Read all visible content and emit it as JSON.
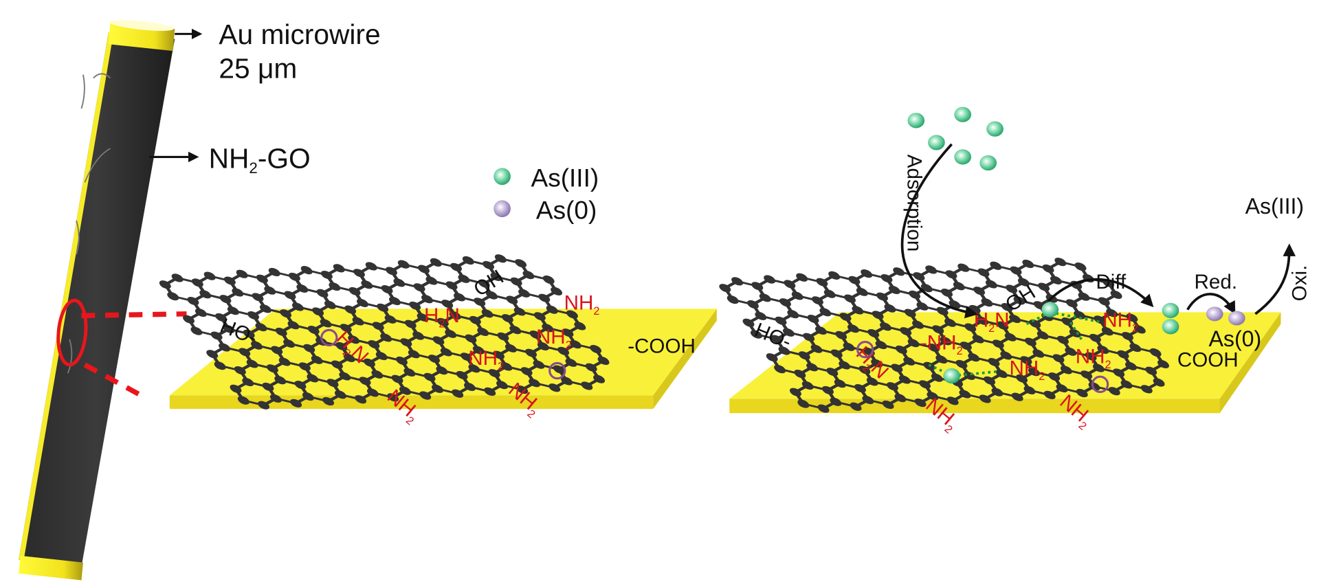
{
  "wire": {
    "label_line1": "Au microwire",
    "label_line2": "25 μm",
    "coating_label": {
      "pre": "NH",
      "sub": "2",
      "post": "-GO"
    }
  },
  "legend": [
    {
      "label": "As(III)",
      "color": "#3dbb85"
    },
    {
      "label": "As(0)",
      "color": "#a996c6"
    }
  ],
  "left_sheet": {
    "black_labels": [
      "HO-",
      "OH",
      "-COOH"
    ],
    "red_labels": [
      {
        "pre": "H",
        "sub": "2",
        "post": "N"
      },
      {
        "pre": "NH",
        "sub": "2",
        "post": ""
      },
      {
        "pre": "H",
        "sub": "2",
        "post": "N"
      },
      {
        "pre": "NH",
        "sub": "2",
        "post": ""
      },
      {
        "pre": "NH",
        "sub": "2",
        "post": ""
      },
      {
        "pre": "NH",
        "sub": "2",
        "post": ""
      },
      {
        "pre": "NH",
        "sub": "2",
        "post": ""
      }
    ]
  },
  "right_sheet": {
    "black_labels": [
      "HO-",
      "OH",
      "COOH"
    ],
    "red_labels": [
      {
        "pre": "H",
        "sub": "2",
        "post": "N"
      },
      {
        "pre": "NH",
        "sub": "2",
        "post": ""
      },
      {
        "pre": "H",
        "sub": "2",
        "post": "N"
      },
      {
        "pre": "-NH",
        "sub": "2",
        "post": ""
      },
      {
        "pre": "NH",
        "sub": "2",
        "post": ""
      },
      {
        "pre": "NH",
        "sub": "2",
        "post": ""
      },
      {
        "pre": "NH",
        "sub": "2",
        "post": ""
      },
      {
        "pre": "NH",
        "sub": "2",
        "post": ""
      }
    ]
  },
  "process": {
    "adsorption": "Adsorption",
    "diffusion": "Diff.",
    "reduction": "Red.",
    "oxidation": "Oxi.",
    "product_top": "As(III)",
    "reduced_label": "As(0)"
  },
  "colors": {
    "gold": "#f7ec2a",
    "gold_edge": "#d9c81c",
    "carbon": "#333333",
    "red": "#d8141b",
    "green": "#3dbb85",
    "purple": "#a996c6",
    "ring": "#8a4b8c"
  }
}
